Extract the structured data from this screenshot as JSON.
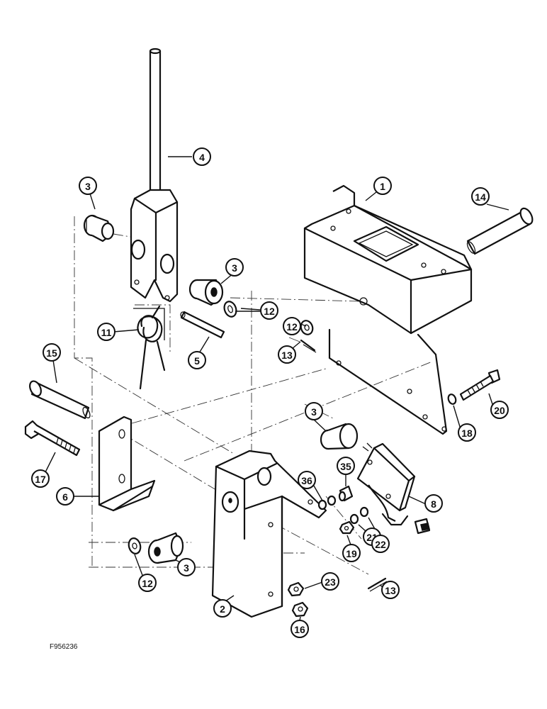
{
  "figure_id": "F956236",
  "callouts": [
    {
      "label": "1",
      "part": "mounting-bracket"
    },
    {
      "label": "14",
      "part": "pivot-pin"
    },
    {
      "label": "4",
      "part": "shift-lever"
    },
    {
      "label": "3",
      "part": "bushing"
    },
    {
      "label": "3",
      "part": "bushing"
    },
    {
      "label": "12",
      "part": "washer"
    },
    {
      "label": "12",
      "part": "washer"
    },
    {
      "label": "11",
      "part": "torsion-spring"
    },
    {
      "label": "5",
      "part": "roll-pin"
    },
    {
      "label": "13",
      "part": "cotter-pin"
    },
    {
      "label": "15",
      "part": "pivot-pin"
    },
    {
      "label": "20",
      "part": "bolt"
    },
    {
      "label": "18",
      "part": "washer"
    },
    {
      "label": "3",
      "part": "bushing"
    },
    {
      "label": "35",
      "part": "spacer"
    },
    {
      "label": "36",
      "part": "washer"
    },
    {
      "label": "17",
      "part": "bolt"
    },
    {
      "label": "6",
      "part": "angle-bracket"
    },
    {
      "label": "8",
      "part": "switch"
    },
    {
      "label": "21",
      "part": "lock-washer"
    },
    {
      "label": "19",
      "part": "nut"
    },
    {
      "label": "22",
      "part": "wiring-harness"
    },
    {
      "label": "12",
      "part": "washer"
    },
    {
      "label": "3",
      "part": "bushing"
    },
    {
      "label": "23",
      "part": "nut"
    },
    {
      "label": "13",
      "part": "cotter-pin"
    },
    {
      "label": "2",
      "part": "lever-support-bracket"
    },
    {
      "label": "16",
      "part": "lock-nut"
    }
  ]
}
